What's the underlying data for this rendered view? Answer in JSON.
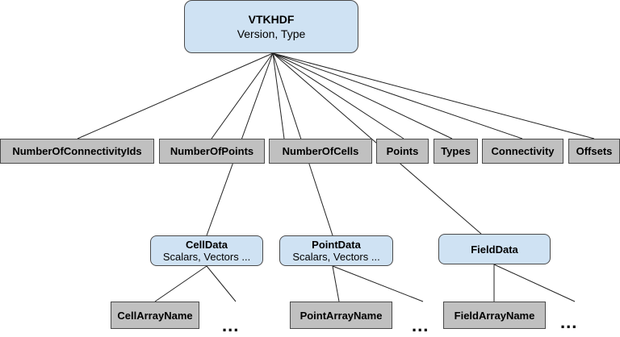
{
  "root": {
    "title": "VTKHDF",
    "subtitle": "Version, Type"
  },
  "datasets": [
    "NumberOfConnectivityIds",
    "NumberOfPoints",
    "NumberOfCells",
    "Points",
    "Types",
    "Connectivity",
    "Offsets"
  ],
  "groups": {
    "cell": {
      "title": "CellData",
      "subtitle": "Scalars, Vectors ..."
    },
    "point": {
      "title": "PointData",
      "subtitle": "Scalars, Vectors ..."
    },
    "field": {
      "title": "FieldData"
    }
  },
  "arrays": {
    "cell": "CellArrayName",
    "point": "PointArrayName",
    "field": "FieldArrayName"
  },
  "ellipsis": "..."
}
